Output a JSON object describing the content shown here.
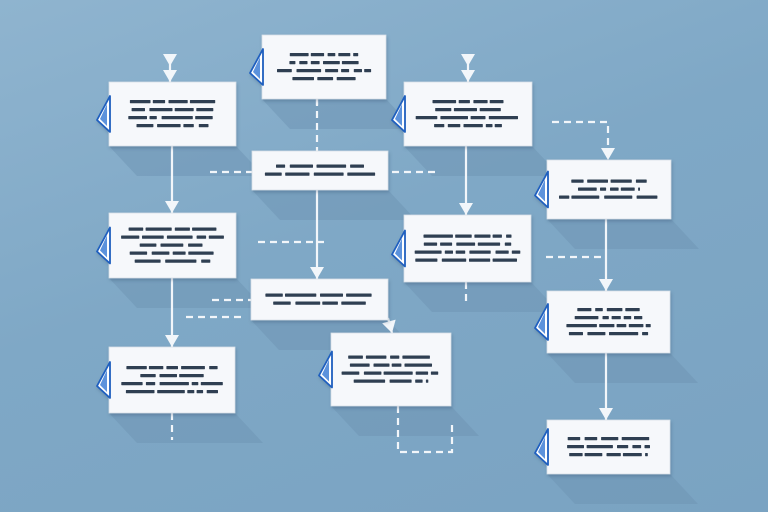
{
  "diagram": {
    "kind": "flowchart",
    "colors": {
      "background": "#82aac8",
      "card": "#f6f8fb",
      "connector": "#f2f6fa",
      "tab_outline": "#1f5fbf",
      "tab_fill": "#3f7fd6",
      "text_scribble": "#2f3f52"
    },
    "nodes": [
      {
        "id": "A1",
        "has_tab": true,
        "illegible_lines": 4
      },
      {
        "id": "A2",
        "has_tab": true,
        "illegible_lines": 5
      },
      {
        "id": "A3",
        "has_tab": true,
        "illegible_lines": 4
      },
      {
        "id": "B1",
        "has_tab": true,
        "illegible_lines": 4
      },
      {
        "id": "B2",
        "has_tab": false,
        "illegible_lines": 2
      },
      {
        "id": "B3",
        "has_tab": false,
        "illegible_lines": 2
      },
      {
        "id": "C1",
        "has_tab": true,
        "illegible_lines": 4
      },
      {
        "id": "C2",
        "has_tab": true,
        "illegible_lines": 4
      },
      {
        "id": "C3",
        "has_tab": true,
        "illegible_lines": 4
      },
      {
        "id": "D1",
        "has_tab": true,
        "illegible_lines": 3
      },
      {
        "id": "D2",
        "has_tab": true,
        "illegible_lines": 4
      },
      {
        "id": "D3",
        "has_tab": true,
        "illegible_lines": 3
      }
    ],
    "edges": [
      {
        "from": "A1",
        "to": "A2",
        "style": "solid"
      },
      {
        "from": "A2",
        "to": "A3",
        "style": "solid"
      },
      {
        "from": "B1",
        "to": "B2",
        "style": "dashed"
      },
      {
        "from": "B2",
        "to": "B3",
        "style": "solid"
      },
      {
        "from": "B3",
        "to": "C3",
        "style": "solid"
      },
      {
        "from": "C1",
        "to": "C2",
        "style": "solid"
      },
      {
        "from": "C3",
        "to": "C2",
        "style": "dashed"
      },
      {
        "from": "C1",
        "to": "D1",
        "style": "dashed"
      },
      {
        "from": "D1",
        "to": "D2",
        "style": "solid"
      },
      {
        "from": "D2",
        "to": "D3",
        "style": "solid"
      }
    ]
  }
}
